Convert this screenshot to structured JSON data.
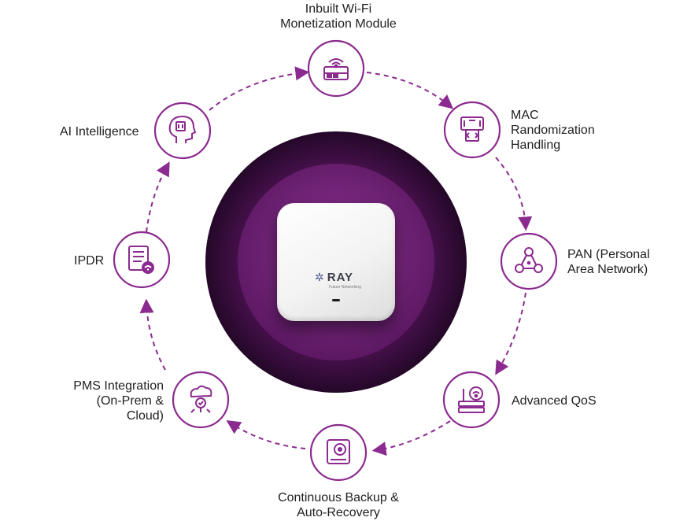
{
  "nodes": [
    {
      "id": "wifi-monetization",
      "label": "Inbuilt Wi-Fi\nMonetization Module",
      "icon": "router-wifi-icon"
    },
    {
      "id": "mac-randomization",
      "label": "MAC\nRandomization\nHandling",
      "icon": "mac-chip-icon"
    },
    {
      "id": "pan",
      "label": "PAN (Personal\nArea Network)",
      "icon": "network-users-icon"
    },
    {
      "id": "advanced-qos",
      "label": "Advanced QoS",
      "icon": "server-wifi-icon"
    },
    {
      "id": "backup",
      "label": "Continuous Backup &\nAuto-Recovery",
      "icon": "hard-drive-icon"
    },
    {
      "id": "pms",
      "label": "PMS Integration\n(On-Prem &\nCloud)",
      "icon": "cloud-gear-icon"
    },
    {
      "id": "ipdr",
      "label": "IPDR",
      "icon": "document-wifi-icon"
    },
    {
      "id": "ai",
      "label": "AI Intelligence",
      "icon": "ai-head-icon"
    }
  ],
  "center": {
    "brand_name": "RAY",
    "brand_tagline": "Future Networking"
  },
  "colors": {
    "accent": "#8b2a8f",
    "center_dark": "#2b0a2f",
    "center_mid": "#6b1d6f"
  }
}
